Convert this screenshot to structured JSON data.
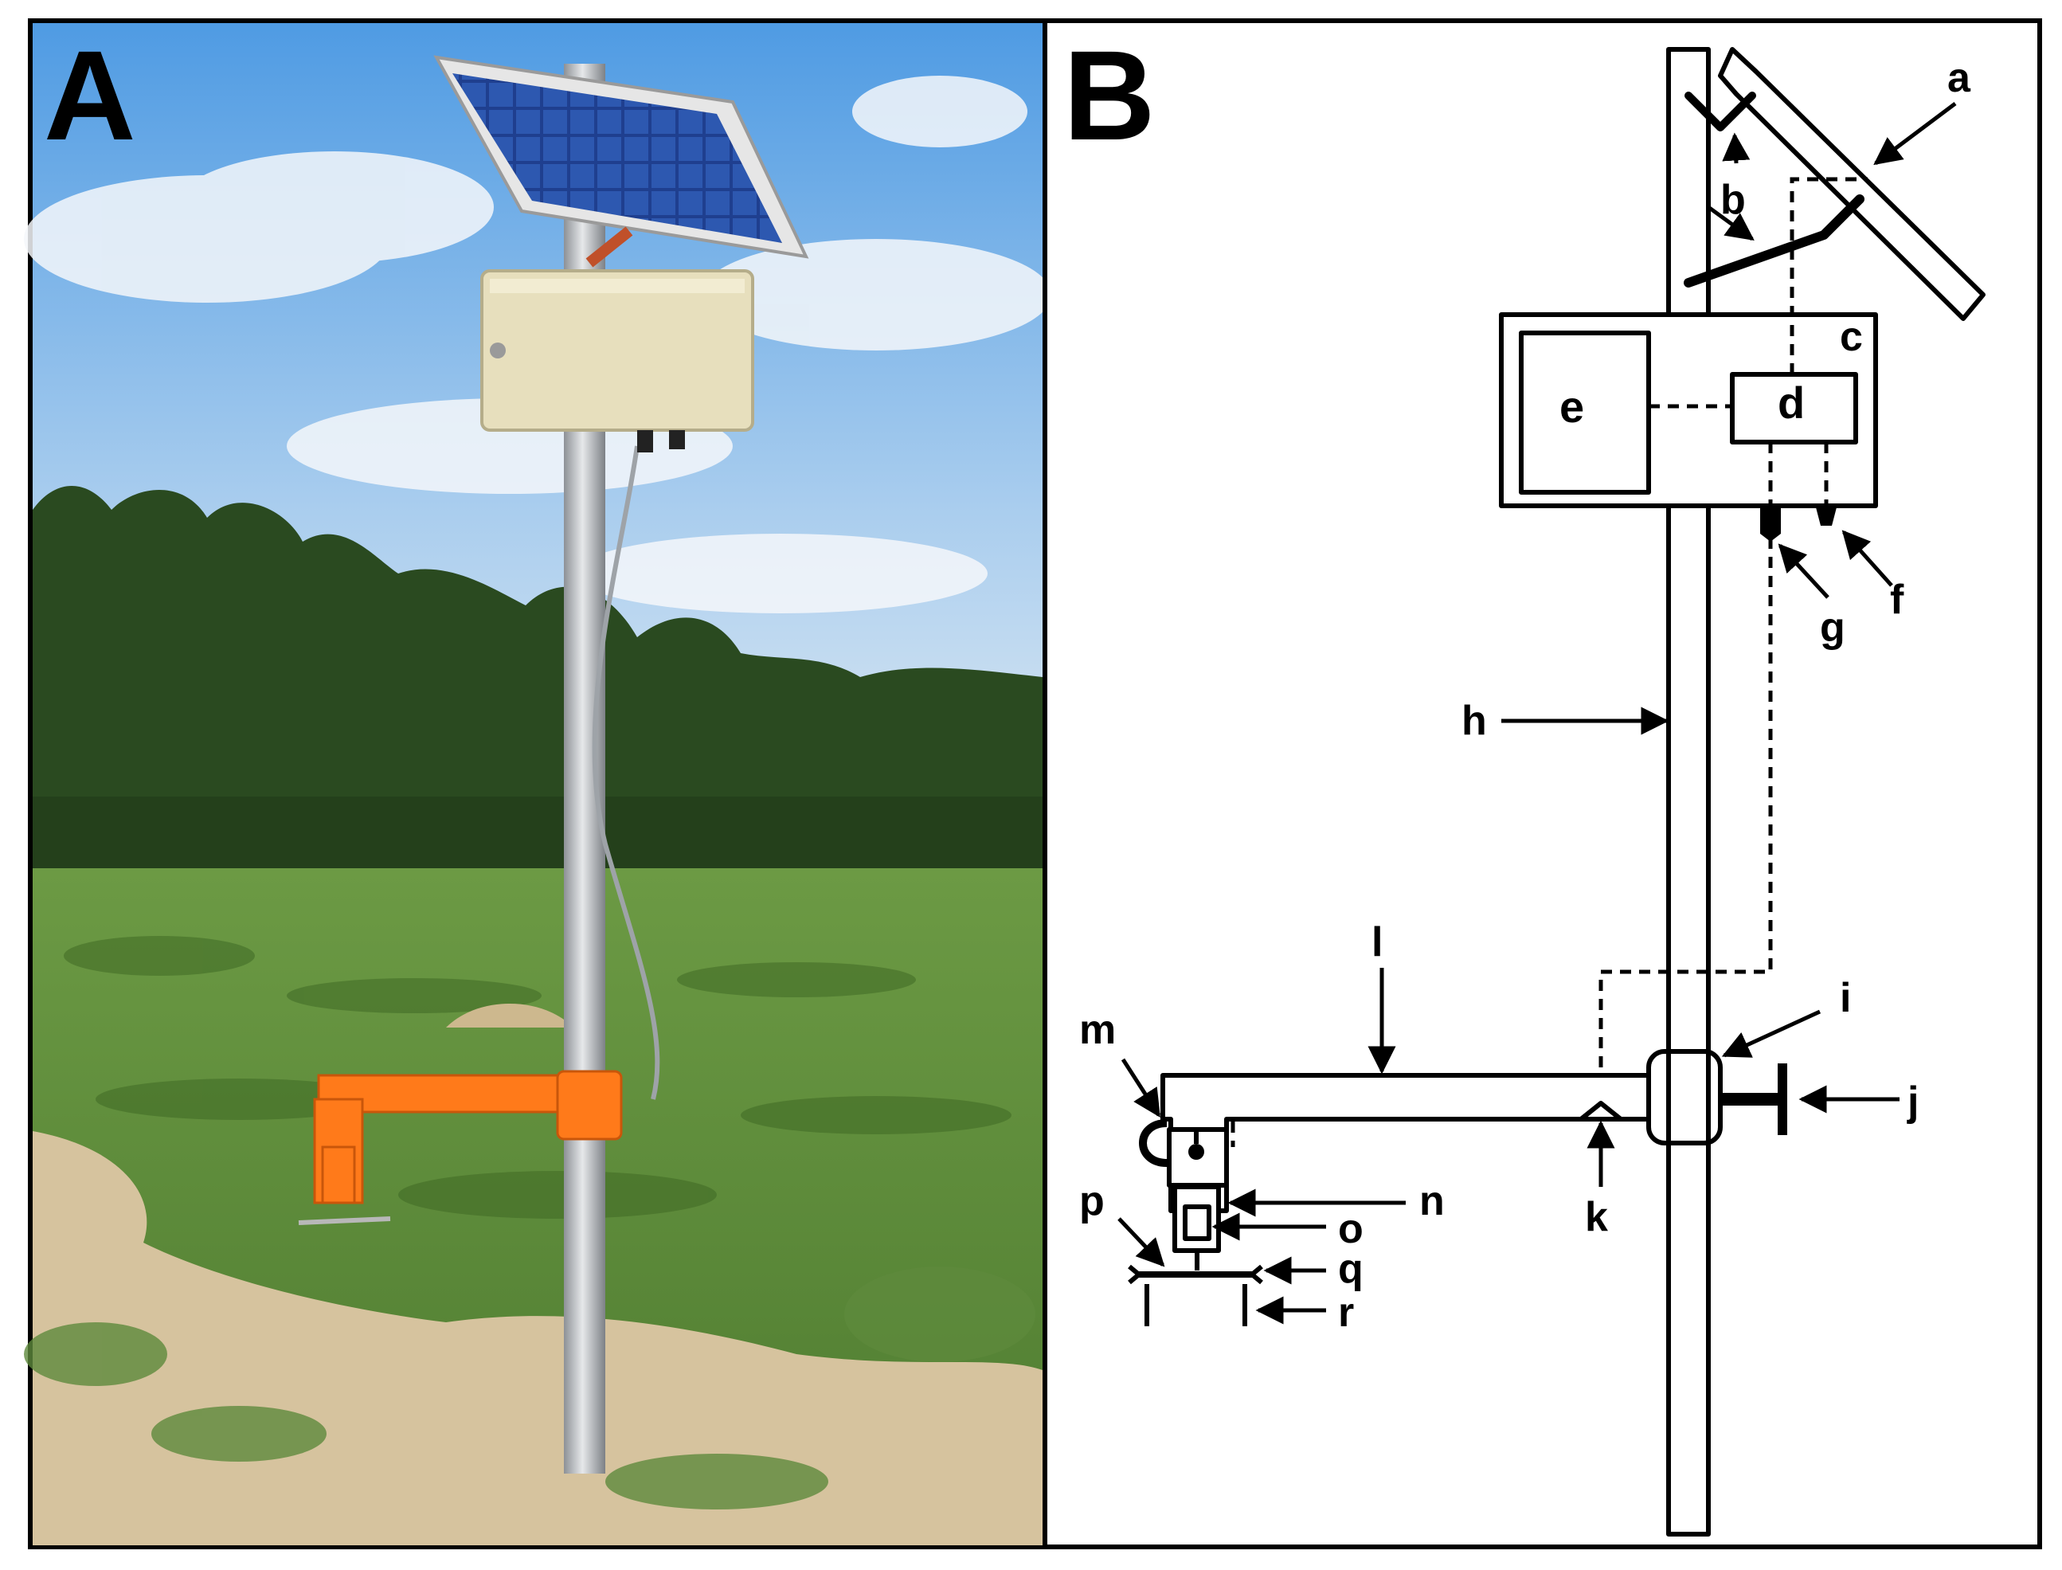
{
  "panels": {
    "photo": {
      "letter": "A",
      "colors": {
        "sky_top": "#5fa8e8",
        "sky_bottom": "#cfe3f2",
        "trees": "#2c4a22",
        "field": "#5b8a3a",
        "soil": "#d9c7a2",
        "pole": "#c7c9cc",
        "enclosure": "#e8e1c2",
        "solar_cell": "#2a4fa0",
        "arm": "#ff7a1a"
      }
    },
    "schematic": {
      "letter": "B",
      "labels": {
        "a": "a",
        "b": "b",
        "c": "c",
        "d": "d",
        "e": "e",
        "f": "f",
        "g": "g",
        "h": "h",
        "i": "i",
        "j": "j",
        "k": "k",
        "l": "l",
        "m": "m",
        "n": "n",
        "o": "o",
        "p": "p",
        "q": "q",
        "r": "r"
      }
    }
  }
}
